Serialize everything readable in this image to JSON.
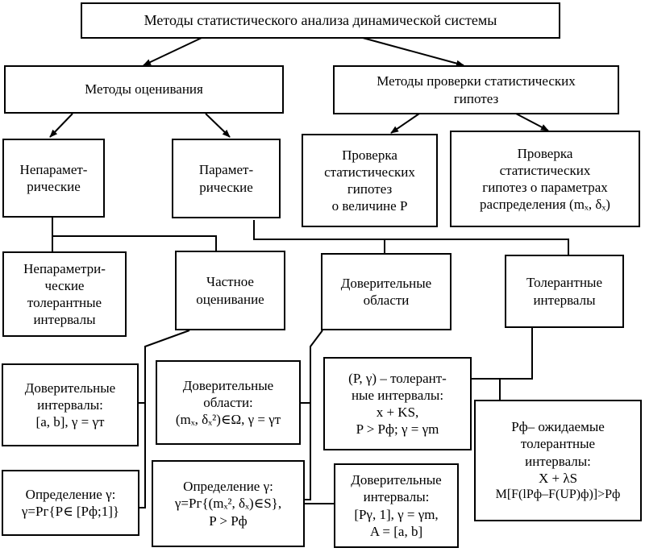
{
  "title": "Методы статистического анализа динамической системы",
  "estimation": "Методы оценивания",
  "hypothesis": [
    "Методы проверки статистических",
    "гипотез"
  ],
  "nonparametric": [
    "Непарамет-",
    "рические"
  ],
  "parametric": [
    "Парамет-",
    "рические"
  ],
  "hyp_P": [
    "Проверка",
    "статистических",
    "гипотез",
    "о величине P"
  ],
  "hyp_params": [
    "Проверка",
    "статистических",
    "гипотез о параметрах",
    "распределения (mₓ, δₓ)"
  ],
  "nonparam_tol": [
    "Непараметри-",
    "ческие",
    "толерантные",
    "интервалы"
  ],
  "point_est": [
    "Частное",
    "оценивание"
  ],
  "conf_regions": [
    "Доверительные",
    "области"
  ],
  "tol_intervals": [
    "Толерантные",
    "интервалы"
  ],
  "conf_int_box": [
    "Доверительные",
    "интервалы:",
    "[a, b], γ = γт"
  ],
  "conf_reg_box": [
    "Доверительные",
    "области:",
    "(mₓ, δₓ²)∈Ω, γ = γт"
  ],
  "tol_pg_box": [
    "(P, γ) – толерант-",
    "ные интервалы:",
    "x + KS,",
    "P > Pф; γ = γm"
  ],
  "expected_tol_box": [
    "Pф– ожидаемые",
    "толерантные",
    "интервалы:",
    "X + λS",
    "M[F(lPф–F(UP)ф)]>Pф"
  ],
  "def_gamma_left": [
    "Определение γ:",
    "γ=Pг{P∈ [Pф;1]}"
  ],
  "def_gamma_mid": [
    "Определение γ:",
    "γ=Pг{(mₓ², δₓ)∈S},",
    "P > Pф"
  ],
  "conf_int_bottom": [
    "Доверительные",
    "интервалы:",
    "[Pγ, 1], γ = γm,",
    "A = [a, b]"
  ]
}
